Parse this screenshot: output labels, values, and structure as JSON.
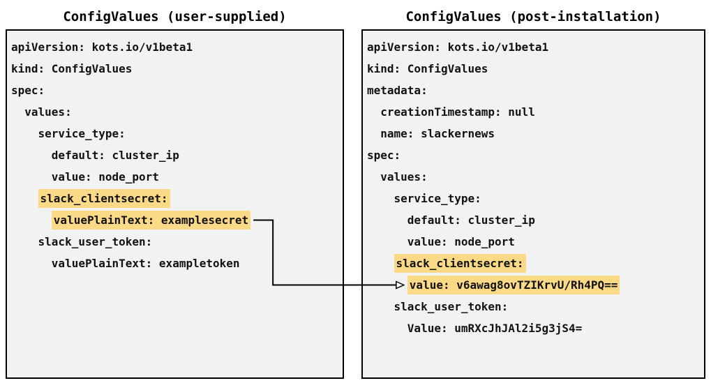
{
  "colors": {
    "panel_background": "#f2f2f2",
    "panel_border": "#000000",
    "highlight": "#fad987",
    "text": "#111111",
    "arrow": "#000000"
  },
  "panels": [
    {
      "id": "user-supplied",
      "title": "ConfigValues (user-supplied)",
      "lines": [
        {
          "indent": 0,
          "text": "apiVersion: kots.io/v1beta1",
          "highlight": false
        },
        {
          "indent": 0,
          "text": "kind: ConfigValues",
          "highlight": false
        },
        {
          "indent": 0,
          "text": "spec:",
          "highlight": false
        },
        {
          "indent": 2,
          "text": "values:",
          "highlight": false
        },
        {
          "indent": 4,
          "text": "service_type:",
          "highlight": false
        },
        {
          "indent": 6,
          "text": "default: cluster_ip",
          "highlight": false
        },
        {
          "indent": 6,
          "text": "value: node_port",
          "highlight": false
        },
        {
          "indent": 4,
          "text": "slack_clientsecret:",
          "highlight": true
        },
        {
          "indent": 6,
          "text": "valuePlainText: examplesecret",
          "highlight": true,
          "arrow_source": true
        },
        {
          "indent": 4,
          "text": "slack_user_token:",
          "highlight": false
        },
        {
          "indent": 6,
          "text": "valuePlainText: exampletoken",
          "highlight": false
        }
      ]
    },
    {
      "id": "post-installation",
      "title": "ConfigValues (post-installation)",
      "lines": [
        {
          "indent": 0,
          "text": "apiVersion: kots.io/v1beta1",
          "highlight": false
        },
        {
          "indent": 0,
          "text": "kind: ConfigValues",
          "highlight": false
        },
        {
          "indent": 0,
          "text": "metadata:",
          "highlight": false
        },
        {
          "indent": 2,
          "text": "creationTimestamp: null",
          "highlight": false
        },
        {
          "indent": 2,
          "text": "name: slackernews",
          "highlight": false
        },
        {
          "indent": 0,
          "text": "spec:",
          "highlight": false
        },
        {
          "indent": 2,
          "text": "values:",
          "highlight": false
        },
        {
          "indent": 4,
          "text": "service_type:",
          "highlight": false
        },
        {
          "indent": 6,
          "text": "default: cluster_ip",
          "highlight": false
        },
        {
          "indent": 6,
          "text": "value: node_port",
          "highlight": false
        },
        {
          "indent": 4,
          "text": "slack_clientsecret:",
          "highlight": true
        },
        {
          "indent": 6,
          "text": "value: v6awag8ovTZIKrvU/Rh4PQ==",
          "highlight": true,
          "arrow_target": true
        },
        {
          "indent": 4,
          "text": "slack_user_token:",
          "highlight": false
        },
        {
          "indent": 6,
          "text": "Value: umRXcJhJAl2i5g3jS4=",
          "highlight": false
        }
      ]
    }
  ],
  "arrow": {
    "from": "valuePlainText: examplesecret",
    "to": "value: v6awag8ovTZIKrvU/Rh4PQ=="
  }
}
